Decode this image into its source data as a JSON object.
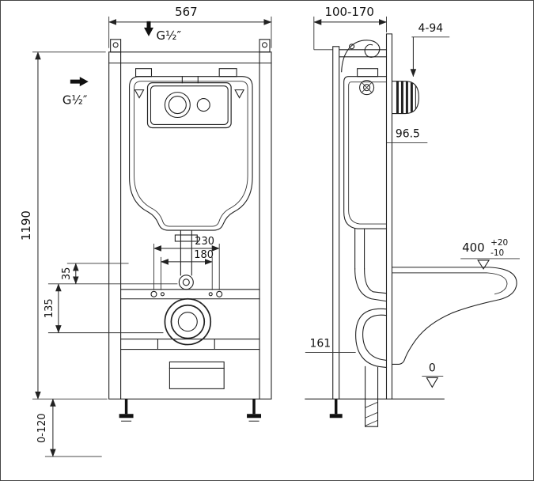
{
  "drawing": {
    "front_view": {
      "dim_width": "567",
      "dim_height": "1190",
      "inlet_top": "G½″",
      "inlet_side": "G½″",
      "dim_bolt_230": "230",
      "dim_bolt_180": "180",
      "dim_35": "35",
      "dim_135": "135",
      "dim_feet": "0-120"
    },
    "side_view": {
      "dim_depth": "100-170",
      "dim_rod": "4-94",
      "dim_96_5": "96.5",
      "dim_bowl_height": "400",
      "tol_plus": "+20",
      "tol_minus": "-10",
      "dim_161": "161",
      "dim_datum": "0"
    }
  }
}
